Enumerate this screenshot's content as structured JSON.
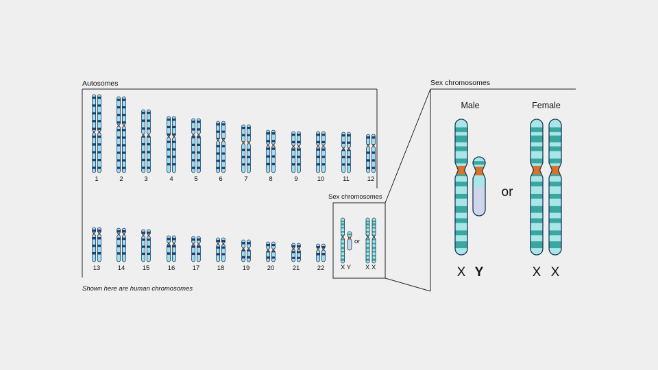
{
  "autosomes_title": "Autosomes",
  "sex_title": "Sex chromosomes",
  "sex_box_label": "Sex chromosomes",
  "footnote": "Shown here are human chromosomes",
  "row1": [
    "1",
    "2",
    "3",
    "4",
    "5",
    "6",
    "7",
    "8",
    "9",
    "10",
    "11",
    "12"
  ],
  "row2": [
    "13",
    "14",
    "15",
    "16",
    "17",
    "18",
    "19",
    "20",
    "21",
    "22"
  ],
  "small_box": {
    "male": "X Y",
    "or": "or",
    "female": "X X"
  },
  "detail": {
    "male_heading": "Male",
    "female_heading": "Female",
    "or": "or",
    "male_x": "X",
    "male_y": "Y",
    "female_x1": "X",
    "female_x2": "X"
  },
  "colors": {
    "dark_band": "#1f3f7a",
    "light_band": "#9fe0ee",
    "teal": "#3aa6a0",
    "pale_teal": "#a9e6e8",
    "centromere": "#d9722b",
    "outline": "#1b3556",
    "y_lower": "#cfd6ec"
  }
}
